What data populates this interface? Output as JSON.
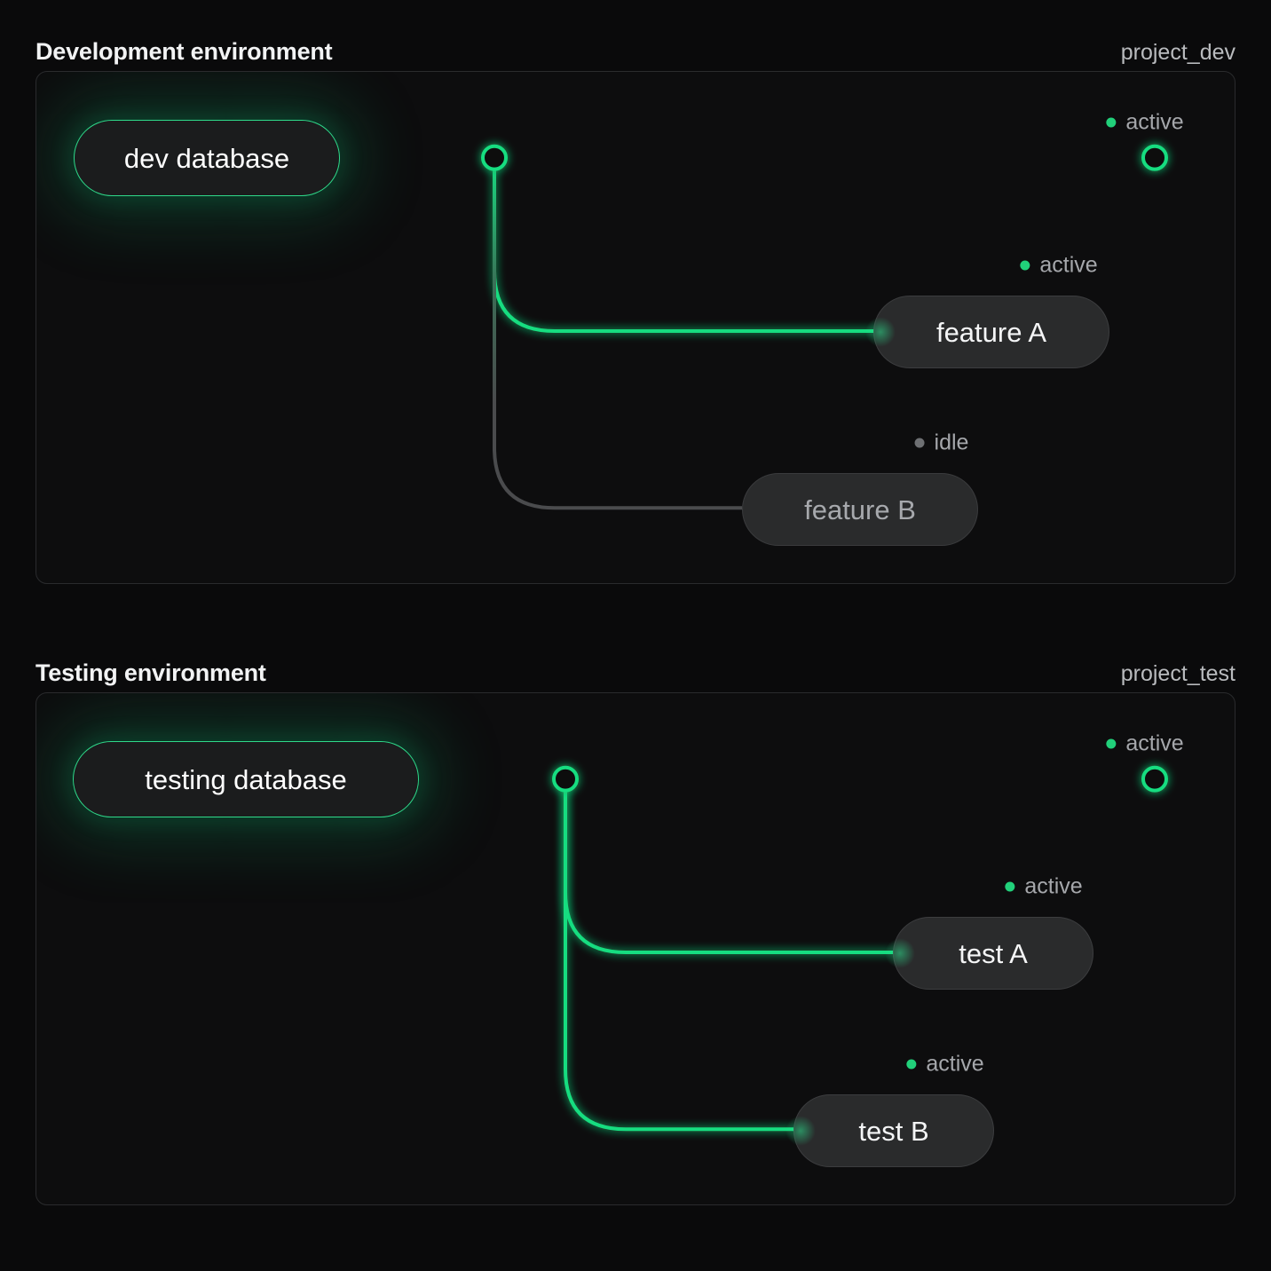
{
  "theme": {
    "background": "#0a0a0b",
    "panel_bg": "#0d0d0e",
    "panel_border": "#2a2b2d",
    "accent_green": "#18e07f",
    "edge_green": "#16dd80",
    "edge_idle": "#4a4b4d",
    "status_active_dot": "#21d07a",
    "status_idle_dot": "#6e7073",
    "node_bg": "#2a2b2c",
    "db_bg": "#1b1c1d"
  },
  "sections": [
    {
      "id": "dev",
      "title": "Development environment",
      "project": "project_dev",
      "database": {
        "label": "dev database",
        "status": "active"
      },
      "trunk_status": "active",
      "trunk_status_label": "active",
      "children": [
        {
          "label": "feature A",
          "status": "active",
          "status_label": "active"
        },
        {
          "label": "feature B",
          "status": "idle",
          "status_label": "idle"
        }
      ]
    },
    {
      "id": "test",
      "title": "Testing environment",
      "project": "project_test",
      "database": {
        "label": "testing database",
        "status": "active"
      },
      "trunk_status": "active",
      "trunk_status_label": "active",
      "children": [
        {
          "label": "test A",
          "status": "active",
          "status_label": "active"
        },
        {
          "label": "test B",
          "status": "active",
          "status_label": "active"
        }
      ]
    }
  ]
}
